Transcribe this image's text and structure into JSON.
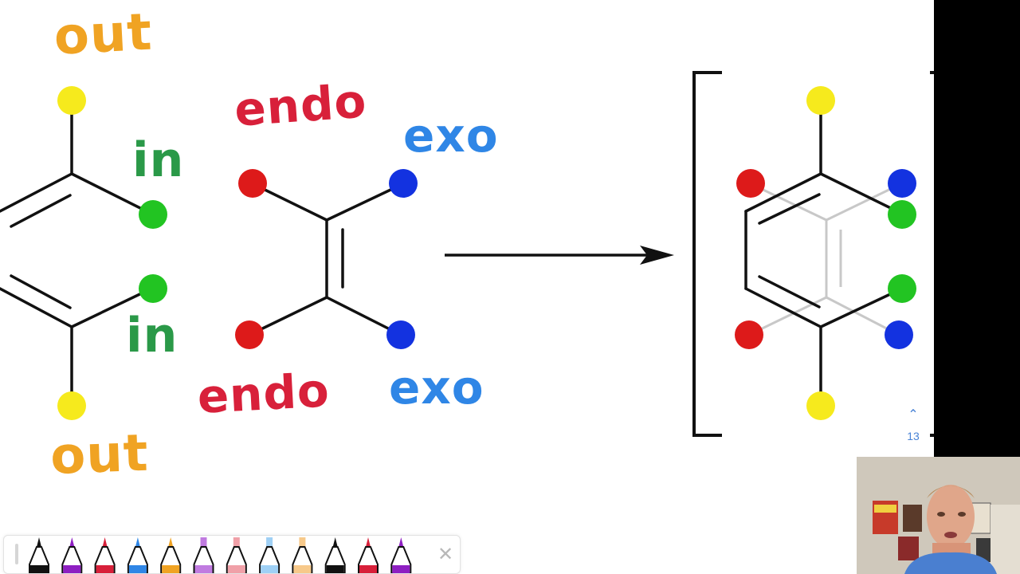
{
  "labels": {
    "out_top": "out",
    "in_top": "in",
    "endo_top": "endo",
    "exo_top": "exo",
    "in_bottom": "in",
    "endo_bottom": "endo",
    "exo_bottom": "exo",
    "out_bottom": "out"
  },
  "colors": {
    "out": "#f0a323",
    "in": "#2a9948",
    "endo": "#d8203a",
    "exo": "#2f86e6",
    "atom_yellow": "#f6ea1d",
    "atom_green": "#22c422",
    "atom_red": "#dd1a1a",
    "atom_blue": "#1332e0",
    "bond": "#111111",
    "bond_faded": "#c8c8c8"
  },
  "page_nav": {
    "up_icon": "chevron-up-icon",
    "page_number": "13"
  },
  "toolbar": {
    "pens": [
      {
        "name": "pen-black",
        "color": "#111111"
      },
      {
        "name": "pen-purple",
        "color": "#8e1fc2"
      },
      {
        "name": "pen-red",
        "color": "#d8203a"
      },
      {
        "name": "pen-blue",
        "color": "#2f86e6"
      },
      {
        "name": "pen-orange",
        "color": "#f0a323"
      },
      {
        "name": "highlighter-purple",
        "color": "#c07be0"
      },
      {
        "name": "highlighter-pink",
        "color": "#f0a0a8"
      },
      {
        "name": "highlighter-blue",
        "color": "#9fd0f5"
      },
      {
        "name": "highlighter-orange",
        "color": "#f7c98a"
      },
      {
        "name": "pen-black-2",
        "color": "#111111"
      },
      {
        "name": "pen-red-2",
        "color": "#d8203a"
      },
      {
        "name": "pen-purple-2",
        "color": "#8e1fc2"
      }
    ],
    "close_icon": "close-icon"
  }
}
